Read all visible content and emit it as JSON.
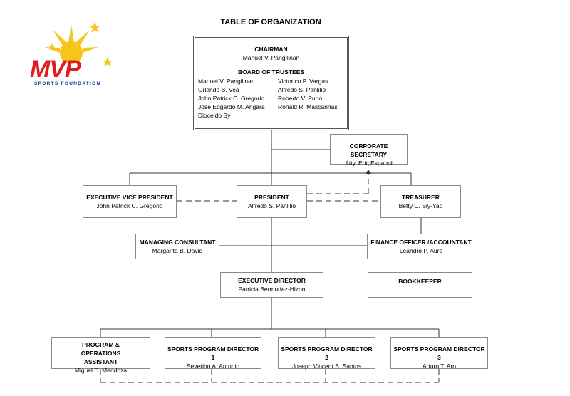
{
  "page": {
    "title": "TABLE OF ORGANIZATION"
  },
  "logo": {
    "wordmark": "MVP",
    "subtitle": "SPORTS FOUNDATION",
    "colors": {
      "red": "#e01b22",
      "blue": "#1f3c8f",
      "yellow": "#f7c51a"
    }
  },
  "chairman": {
    "title": "CHAIRMAN",
    "name": "Manuel V. Pangilinan",
    "board_title": "BOARD OF TRUSTEES",
    "trustees_left": [
      "Manuel V. Pangilinan",
      "Orlando B. Vea",
      "John Patrick C. Gregorio",
      "Jose Edgardo M. Angara",
      "Dioceldo Sy"
    ],
    "trustees_right": [
      "Victorico P. Vargas",
      "Alfredo S. Panlilio",
      "Roberto V. Puno",
      "Ronald R. Mascarinas"
    ]
  },
  "corp_secretary": {
    "title": "CORPORATE SECRETARY",
    "name": "Atty. Eric Espanol"
  },
  "evp": {
    "title": "EXECUTIVE VICE PRESIDENT",
    "name": "John Patrick C. Gregorio"
  },
  "president": {
    "title": "PRESIDENT",
    "name": "Alfredo S. Panlilio"
  },
  "treasurer": {
    "title": "TREASURER",
    "name": "Betty C. Siy-Yap"
  },
  "managing_consultant": {
    "title": "MANAGING CONSULTANT",
    "name": "Margarita B. David"
  },
  "finance_officer": {
    "title": "FINANCE OFFICER /ACCOUNTANT",
    "name": "Leandro P. Aure"
  },
  "executive_director": {
    "title": "EXECUTIVE DIRECTOR",
    "name": "Patricia Bermudez-Hizon"
  },
  "bookkeeper": {
    "title": "BOOKKEEPER"
  },
  "program_ops": {
    "title": "PROGRAM & OPERATIONS ASSISTANT",
    "name": "Miguel D. Mendoza"
  },
  "spd1": {
    "title": "SPORTS PROGRAM DIRECTOR 1",
    "name": "Severino A. Antonio"
  },
  "spd2": {
    "title": "SPORTS PROGRAM DIRECTOR 2",
    "name": "Joseph Vincent B. Santos"
  },
  "spd3": {
    "title": "SPORTS PROGRAM DIRECTOR 3",
    "name": "Arturo T. Aro"
  }
}
